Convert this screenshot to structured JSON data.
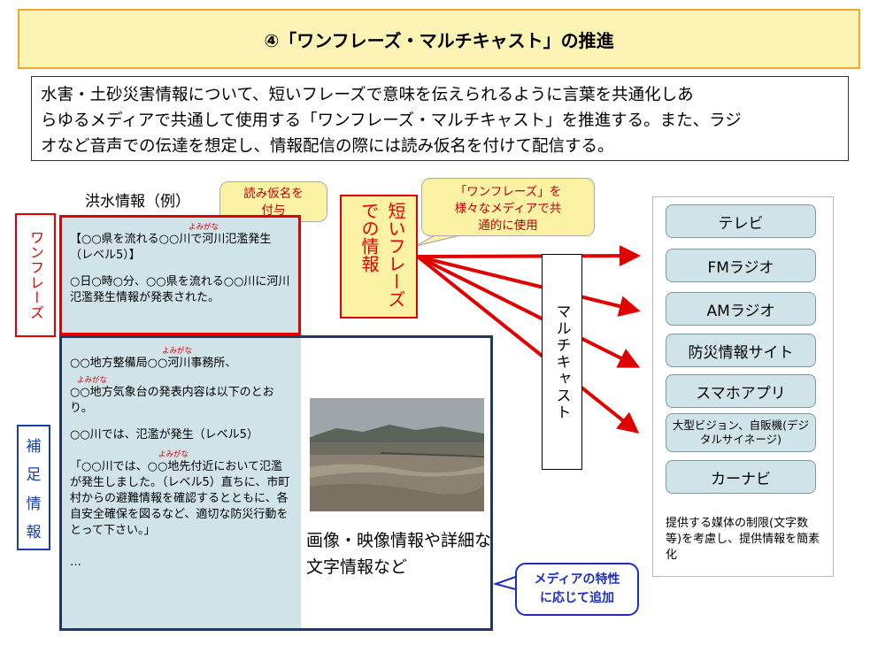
{
  "title": "④「ワンフレーズ・マルチキャスト」の推進",
  "intro_lines": [
    "水害・土砂災害情報について、短いフレーズで意味を伝えられるように言葉を共通化しあ",
    "らゆるメディアで共通して使用する「ワンフレーズ・マルチキャスト」を推進する。また、ラジ",
    "オなど音声での伝達を想定し、情報配信の際には読み仮名を付けて配信する。"
  ],
  "example_label": "洪水情報（例）",
  "callout_yomi": [
    "読み仮名を",
    "付与"
  ],
  "callout_phrase": [
    "「ワンフレーズ」を",
    "様々なメディアで共",
    "通的に使用"
  ],
  "oneword": {
    "label": "ワンフレーズ",
    "furigana": "よみがな",
    "heading": "【○○県を流れる○○川で河川氾濫発生（レベル5）】",
    "body": "○日○時○分、○○県を流れる○○川に河川氾濫発生情報が発表された。"
  },
  "short_phrase": "短いフレーズでの情報",
  "multicast": "マルチキャスト",
  "supplement": {
    "label": [
      "補",
      "足",
      "情",
      "報"
    ],
    "furigana": "よみがな",
    "para1": "○○地方整備局○○河川事務所、",
    "para2": "○○地方気象台の発表内容は以下のとおり。",
    "para3": "○○川では、氾濫が発生（レベル5）",
    "para4": "「○○川では、○○地先付近において氾濫が発生しました。（レベル5）直ちに、市町村からの避難情報を確認するとともに、各自安全確保を図るなど、適切な防災行動をとって下さい。」",
    "ellipsis": "…",
    "caption": "画像・映像情報や詳細な文字情報など"
  },
  "callout_media": [
    "メディアの特性",
    "に応じて追加"
  ],
  "media": [
    {
      "label": "テレビ"
    },
    {
      "label": "FMラジオ"
    },
    {
      "label": "AMラジオ"
    },
    {
      "label": "防災情報サイト"
    },
    {
      "label": "スマホアプリ"
    },
    {
      "label": "大型ビジョン、自販機(デジタルサイネージ)"
    },
    {
      "label": "カーナビ"
    }
  ],
  "media_note": "提供する媒体の制限(文字数等)を考慮し、提供情報を簡素化",
  "colors": {
    "red": "#e00000",
    "navy": "#1f3864",
    "blue": "#1a2fc0",
    "teal": "#cfe3e8",
    "yellow": "#fbf2a3"
  }
}
